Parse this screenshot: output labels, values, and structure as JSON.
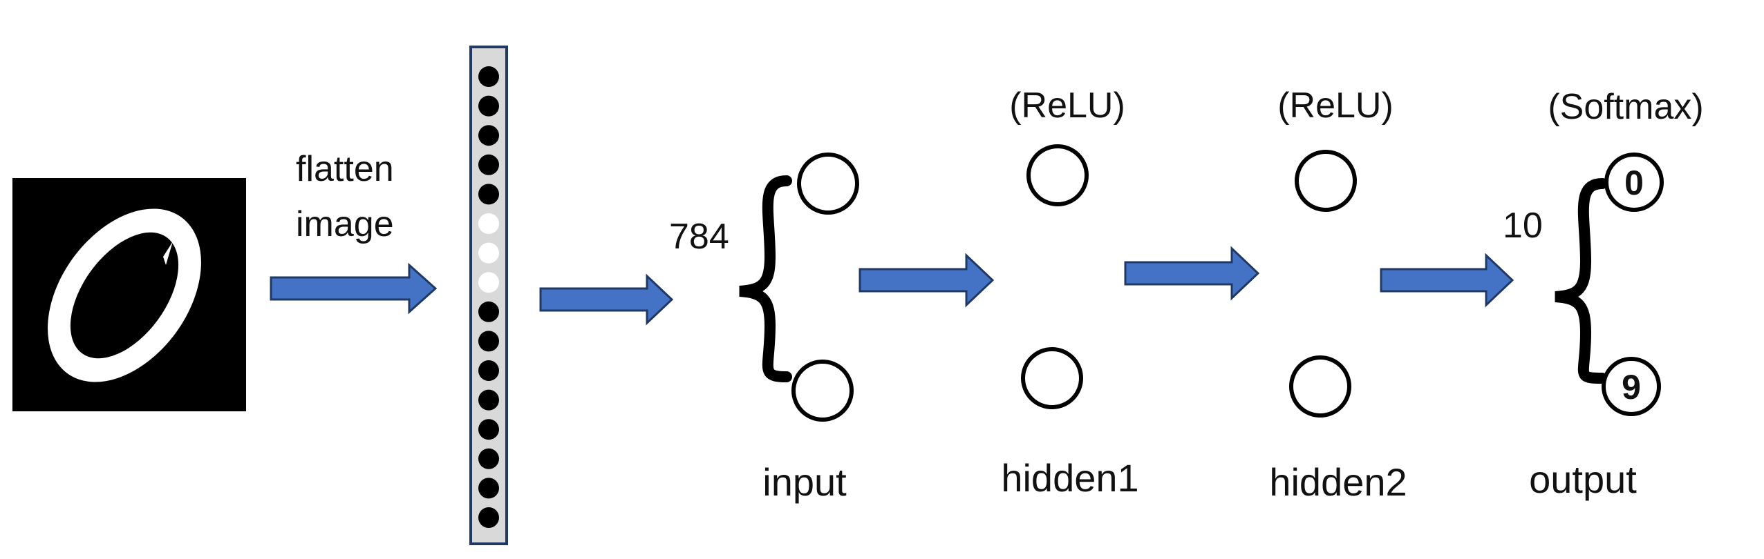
{
  "diagram": {
    "flatten_label_line1": "flatten",
    "flatten_label_line2": "image",
    "input_count": "784",
    "output_count": "10",
    "hidden1_activation": "(ReLU)",
    "hidden2_activation": "(ReLU)",
    "output_activation": "(Softmax)",
    "output_top_node": "0",
    "output_bottom_node": "9",
    "input_layer_label": "input",
    "hidden1_layer_label": "hidden1",
    "hidden2_layer_label": "hidden2",
    "output_layer_label": "output",
    "colors": {
      "arrow_fill": "#4472C4",
      "arrow_stroke": "#1F3864",
      "vector_bg": "#D9D9D9",
      "vector_border": "#1F3864",
      "dot_dark": "#000000",
      "dot_light": "#FFFFFF"
    },
    "vector_dots": [
      "dark",
      "dark",
      "dark",
      "dark",
      "dark",
      "light",
      "light",
      "light",
      "dark",
      "dark",
      "dark",
      "dark",
      "dark",
      "dark",
      "dark",
      "dark"
    ]
  }
}
